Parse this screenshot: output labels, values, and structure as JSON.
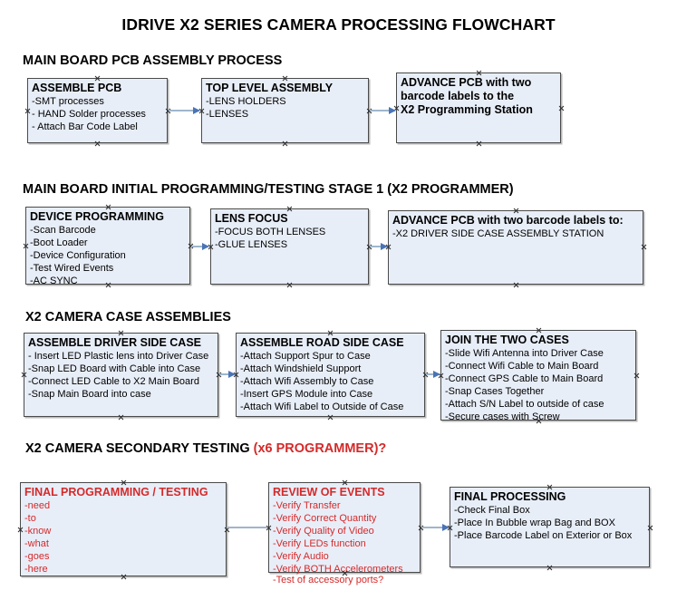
{
  "title": "IDRIVE X2  SERIES CAMERA PROCESSING FLOWCHART",
  "sections": [
    {
      "id": "main-board-pcb-assembly",
      "heading": "MAIN BOARD PCB ASSEMBLY PROCESS",
      "heading_accent": "",
      "nodes": [
        {
          "id": "assemble-pcb",
          "title": "ASSEMBLE PCB",
          "lines": [
            "-SMT processes",
            "- HAND Solder processes",
            "- Attach Bar Code Label"
          ],
          "color": "black"
        },
        {
          "id": "top-level-assembly",
          "title": "TOP LEVEL ASSEMBLY",
          "lines": [
            "-LENS HOLDERS",
            "-LENSES"
          ],
          "color": "black"
        },
        {
          "id": "advance-pcb-x2-programming-station",
          "title": "ADVANCE PCB with two",
          "title_lines": [
            "ADVANCE PCB with two",
            "barcode labels to the",
            " X2 Programming Station"
          ],
          "lines": [],
          "color": "black"
        }
      ]
    },
    {
      "id": "main-board-initial-programming",
      "heading": "MAIN BOARD INITIAL PROGRAMMING/TESTING STAGE 1 (X2 PROGRAMMER)",
      "heading_accent": "",
      "nodes": [
        {
          "id": "device-programming",
          "title": "DEVICE PROGRAMMING",
          "lines": [
            "-Scan Barcode",
            "-Boot Loader",
            "-Device Configuration",
            "-Test Wired Events",
            "-AC SYNC"
          ],
          "color": "black"
        },
        {
          "id": "lens-focus",
          "title": "LENS FOCUS",
          "lines": [
            "-FOCUS BOTH LENSES",
            "-GLUE LENSES"
          ],
          "color": "black"
        },
        {
          "id": "advance-pcb-driver-side-case",
          "title": "ADVANCE PCB with two barcode labels to:",
          "lines": [
            "-X2 DRIVER  SIDE  CASE  ASSEMBLY STATION"
          ],
          "color": "black"
        }
      ]
    },
    {
      "id": "x2-camera-case-assemblies",
      "heading": "X2 CAMERA CASE ASSEMBLIES",
      "heading_accent": "",
      "nodes": [
        {
          "id": "assemble-driver-side-case",
          "title": "ASSEMBLE DRIVER SIDE CASE",
          "lines": [
            "- Insert LED Plastic lens into Driver Case",
            "-Snap LED Board with Cable into Case",
            "-Connect LED Cable to X2 Main Board",
            "-Snap Main Board into case"
          ],
          "color": "black"
        },
        {
          "id": "assemble-road-side-case",
          "title": "ASSEMBLE ROAD SIDE CASE",
          "lines": [
            "-Attach Support Spur to Case",
            "-Attach Windshield Support",
            "-Attach Wifi Assembly to Case",
            "-Insert GPS Module into Case",
            "-Attach Wifi Label to Outside of Case"
          ],
          "color": "black"
        },
        {
          "id": "join-the-two-cases",
          "title": "JOIN THE TWO CASES",
          "lines": [
            "-Slide Wifi Antenna into Driver Case",
            "-Connect Wifi Cable to Main Board",
            "-Connect GPS Cable to Main Board",
            "-Snap Cases Together",
            "-Attach S/N Label to outside of case",
            "-Secure cases with Screw"
          ],
          "color": "black"
        }
      ]
    },
    {
      "id": "x2-camera-secondary-testing",
      "heading": "X2 CAMERA SECONDARY TESTING ",
      "heading_accent": "(x6 PROGRAMMER)?",
      "nodes": [
        {
          "id": "final-programming-testing",
          "title": "FINAL PROGRAMMING / TESTING",
          "lines": [
            "-need",
            "-to",
            "-know",
            "-what",
            "-goes",
            "-here"
          ],
          "color": "red"
        },
        {
          "id": "review-of-events",
          "title": "REVIEW OF EVENTS",
          "lines": [
            "-Verify Transfer",
            "-Verify Correct Quantity",
            "-Verify Quality of Video",
            "-Verify LEDs function",
            "-Verify Audio",
            "-Verify BOTH Accelerometers"
          ],
          "overflow_line": "-Test of accessory ports?",
          "color": "red"
        },
        {
          "id": "final-processing",
          "title": "FINAL PROCESSING",
          "lines": [
            " -Check Final Box",
            "-Place In Bubble wrap Bag and BOX",
            "-Place Barcode Label on Exterior or Box"
          ],
          "color": "black"
        }
      ]
    }
  ],
  "colors": {
    "node_fill": "#e8eef8",
    "node_border": "#4a4a4a",
    "connector": "#9fb6cd",
    "arrowhead": "#4a74b5",
    "accent_red": "#d42a2a",
    "text": "#000000",
    "background": "#ffffff"
  },
  "connectors": [
    {
      "id": "conn-assemble-pcb-to-top-level",
      "from": "assemble-pcb",
      "to": "top-level-assembly"
    },
    {
      "id": "conn-top-level-to-advance-pcb",
      "from": "top-level-assembly",
      "to": "advance-pcb-x2-programming-station"
    },
    {
      "id": "conn-device-programming-to-lens-focus",
      "from": "device-programming",
      "to": "lens-focus"
    },
    {
      "id": "conn-lens-focus-to-advance-pcb-driver",
      "from": "lens-focus",
      "to": "advance-pcb-driver-side-case"
    },
    {
      "id": "conn-driver-case-to-road-case",
      "from": "assemble-driver-side-case",
      "to": "assemble-road-side-case"
    },
    {
      "id": "conn-road-case-to-join-cases",
      "from": "assemble-road-side-case",
      "to": "join-the-two-cases"
    },
    {
      "id": "conn-final-programming-to-review",
      "from": "final-programming-testing",
      "to": "review-of-events"
    },
    {
      "id": "conn-review-to-final-processing",
      "from": "review-of-events",
      "to": "final-processing"
    }
  ]
}
